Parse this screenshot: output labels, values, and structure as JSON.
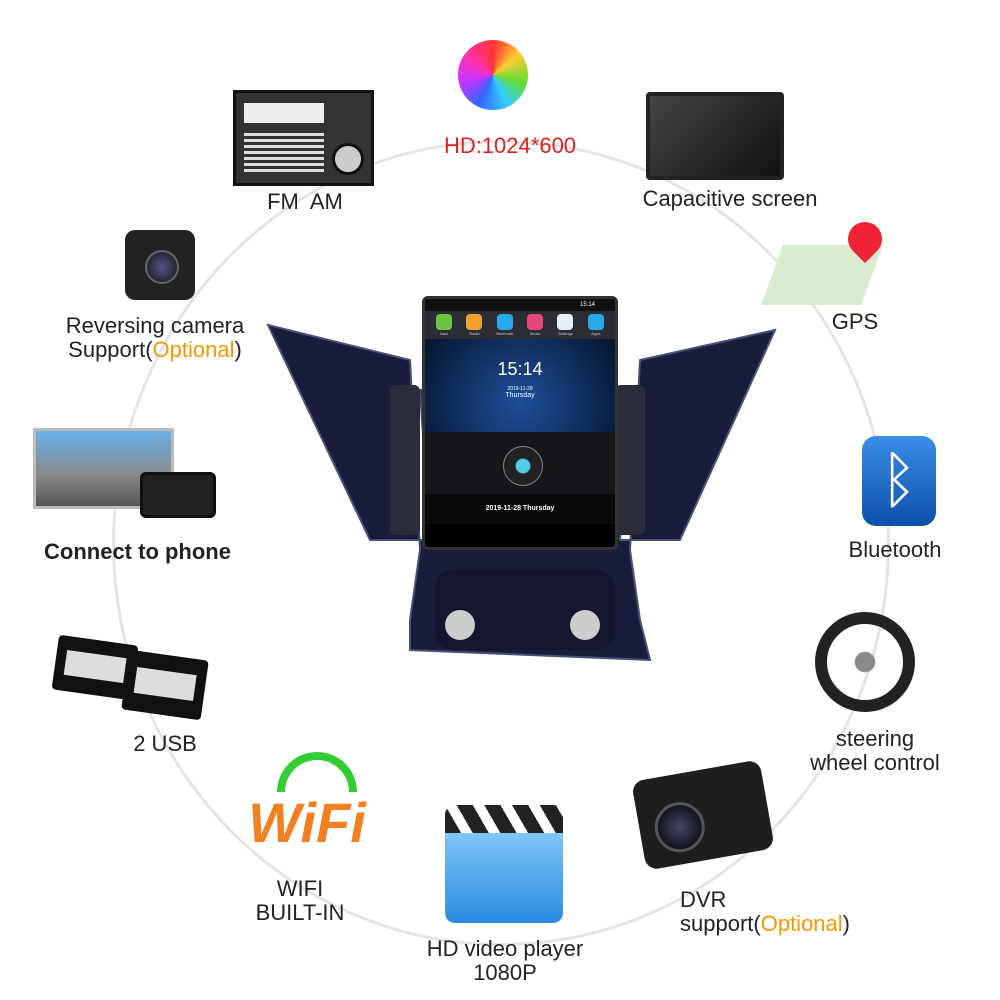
{
  "features": {
    "hd": "HD:1024*600",
    "fm_am": "FM  AM",
    "capacitive": "Capacitive screen",
    "reversing_1": "Reversing camera",
    "reversing_2": "Support(",
    "reversing_opt": "Optional",
    "reversing_3": ")",
    "gps": "GPS",
    "phone": "Connect to phone",
    "bluetooth": "Bluetooth",
    "usb": "2 USB",
    "steering_1": "steering",
    "steering_2": "wheel control",
    "wifi_logo": "WiFi",
    "wifi_1": "WIFI",
    "wifi_2": "BUILT-IN",
    "video_1": "HD video player",
    "video_2": "1080P",
    "dvr_1": "DVR",
    "dvr_2": "support(",
    "dvr_opt": "Optional",
    "dvr_3": ")"
  },
  "screen": {
    "status_time": "15:14",
    "apps": [
      {
        "label": "Navi",
        "color": "#6cc644"
      },
      {
        "label": "Radio",
        "color": "#f0a030"
      },
      {
        "label": "Bluetooth",
        "color": "#29a8e8"
      },
      {
        "label": "Music",
        "color": "#e8457a"
      },
      {
        "label": "Settings",
        "color": "#e8f0f8"
      },
      {
        "label": "Apps",
        "color": "#29a8e8"
      }
    ],
    "clock": "15:14",
    "date": "2019-11-28",
    "weekday": "Thursday",
    "bottom_date": "2019-11-28  Thursday"
  },
  "colors": {
    "accent_red": "#e02020",
    "optional": "#f39800",
    "bluetooth": "#1a6fd0"
  }
}
